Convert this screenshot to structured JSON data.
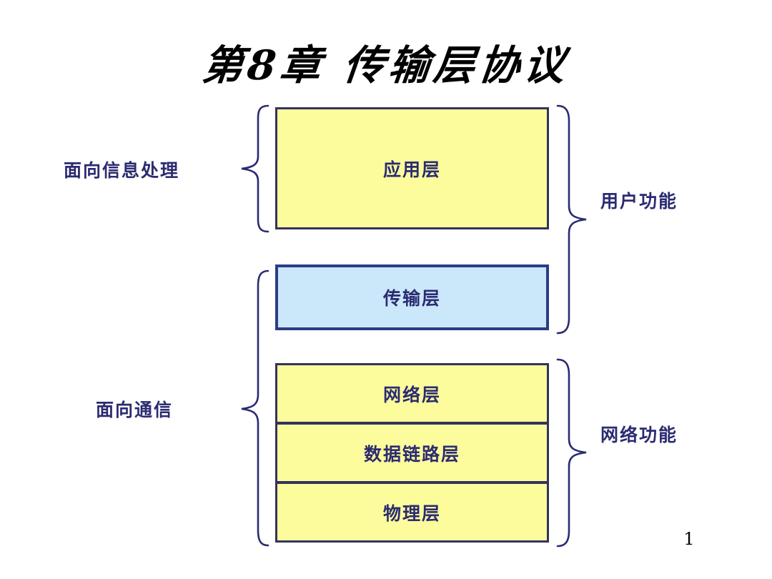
{
  "slide": {
    "title": "第8章  传输层协议",
    "page_number": "1",
    "background_color": "#ffffff"
  },
  "colors": {
    "layer_yellow_fill": "#fcfc9d",
    "layer_blue_fill": "#cbe8fa",
    "layer_yellow_border": "#33335c",
    "layer_blue_border": "#2b3d86",
    "text_navy": "#2b2b72",
    "brace_stroke": "#2b2b72",
    "title_black": "#000000"
  },
  "diagram": {
    "layers": [
      {
        "name": "application",
        "label": "应用层",
        "fill": "yellow"
      },
      {
        "name": "transport",
        "label": "传输层",
        "fill": "blue"
      },
      {
        "name": "network",
        "label": "网络层",
        "fill": "yellow"
      },
      {
        "name": "datalink",
        "label": "数据链路层",
        "fill": "yellow"
      },
      {
        "name": "physical",
        "label": "物理层",
        "fill": "yellow"
      }
    ],
    "left_labels": [
      {
        "name": "info-processing",
        "label": "面向信息处理",
        "groups": [
          "应用层"
        ]
      },
      {
        "name": "communication",
        "label": "面向通信",
        "groups": [
          "传输层",
          "网络层",
          "数据链路层",
          "物理层"
        ]
      }
    ],
    "right_labels": [
      {
        "name": "user-function",
        "label": "用户功能",
        "groups": [
          "应用层",
          "传输层"
        ]
      },
      {
        "name": "network-function",
        "label": "网络功能",
        "groups": [
          "网络层",
          "数据链路层",
          "物理层"
        ]
      }
    ]
  }
}
